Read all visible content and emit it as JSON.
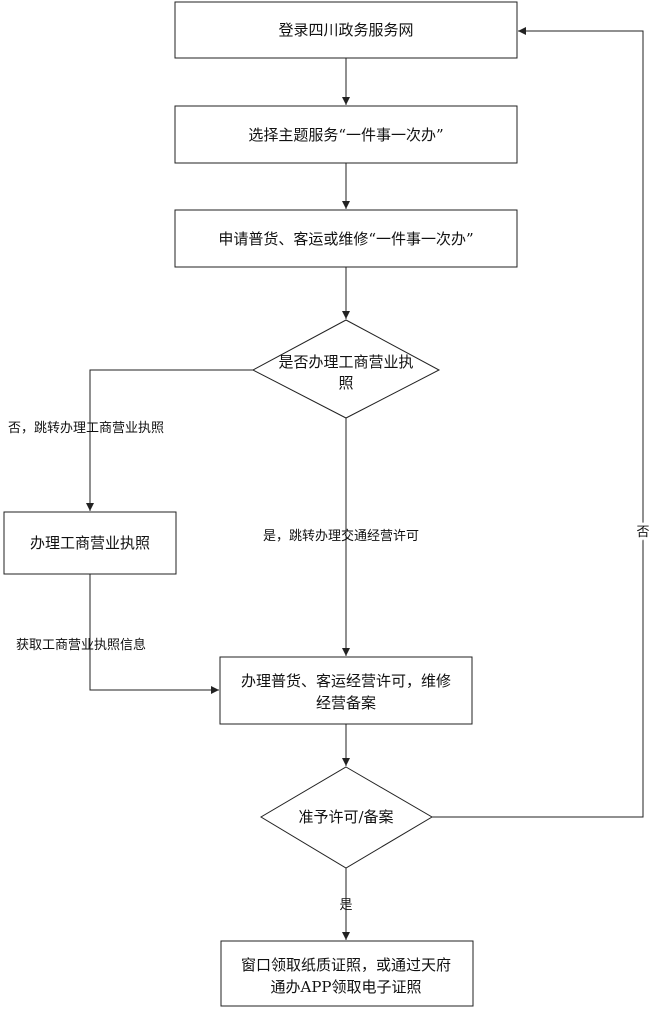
{
  "nodes": {
    "login": "登录四川政务服务网",
    "select_theme": "选择主题服务“一件事一次办”",
    "apply": "申请普货、客运或维修“一件事一次办”",
    "decision_license_1": "是否办理工商营业执",
    "decision_license_2": "照",
    "handle_license": "办理工商营业执照",
    "handle_permit_1": "办理普货、客运经营许可，维修",
    "handle_permit_2": "经营备案",
    "decision_approve": "准予许可/备案",
    "collect_1": "窗口领取纸质证照，或通过天府",
    "collect_2": "通办APP领取电子证照"
  },
  "edges": {
    "no_jump_license": "否，跳转办理工商营业执照",
    "yes_jump_permit": "是，跳转办理交通经营许可",
    "get_license_info": "获取工商营业执照信息",
    "approve_yes": "是",
    "approve_no": "否"
  }
}
